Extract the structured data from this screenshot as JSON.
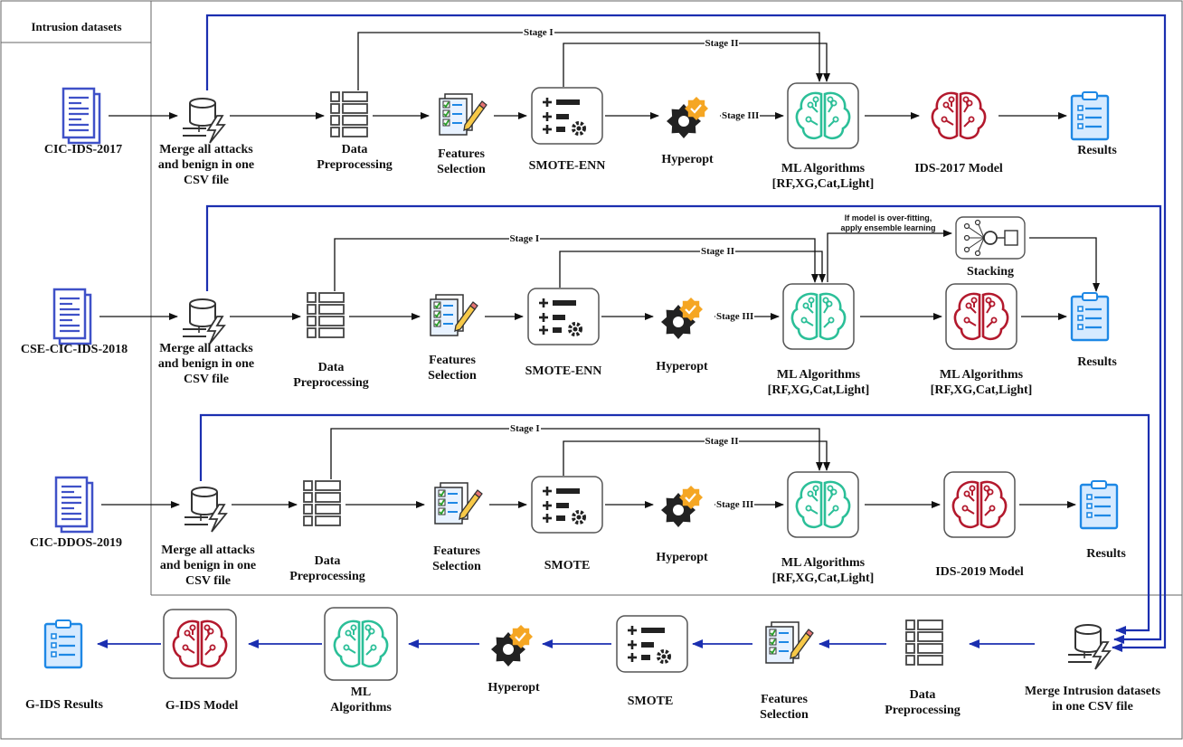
{
  "header": "Intrusion datasets",
  "datasets": [
    "CIC-IDS-2017",
    "CSE-CIC-IDS-2018",
    "CIC-DDOS-2019"
  ],
  "stages": {
    "one": "Stage I",
    "two": "Stage II",
    "three": "Stage III"
  },
  "row1": {
    "merge": [
      "Merge all attacks",
      "and benign in one",
      "CSV file"
    ],
    "preprocessing": [
      "Data",
      "Preprocessing"
    ],
    "features": [
      "Features",
      "Selection"
    ],
    "resampling": "SMOTE-ENN",
    "hyperopt": "Hyperopt",
    "ml": [
      "ML Algorithms",
      "[RF,XG,Cat,Light]"
    ],
    "model": "IDS-2017 Model",
    "results": "Results"
  },
  "row2": {
    "merge": [
      "Merge all attacks",
      "and benign in one",
      "CSV file"
    ],
    "preprocessing": [
      "Data",
      "Preprocessing"
    ],
    "features": [
      "Features",
      "Selection"
    ],
    "resampling": "SMOTE-ENN",
    "hyperopt": "Hyperopt",
    "ml": [
      "ML Algorithms",
      "[RF,XG,Cat,Light]"
    ],
    "model": [
      "ML Algorithms",
      "[RF,XG,Cat,Light]"
    ],
    "results": "Results",
    "note": [
      "If model is over-fitting,",
      "apply ensemble learning"
    ],
    "stacking": "Stacking"
  },
  "row3": {
    "merge": [
      "Merge all attacks",
      "and benign in one",
      "CSV file"
    ],
    "preprocessing": [
      "Data",
      "Preprocessing"
    ],
    "features": [
      "Features",
      "Selection"
    ],
    "resampling": "SMOTE",
    "hyperopt": "Hyperopt",
    "ml": [
      "ML Algorithms",
      "[RF,XG,Cat,Light]"
    ],
    "model": "IDS-2019 Model",
    "results": "Results"
  },
  "row4": {
    "merge": [
      "Merge Intrusion datasets",
      "in one CSV file"
    ],
    "preprocessing": [
      "Data",
      "Preprocessing"
    ],
    "features": [
      "Features",
      "Selection"
    ],
    "resampling": "SMOTE",
    "hyperopt": "Hyperopt",
    "ml": [
      "ML",
      "Algorithms"
    ],
    "model": "G-IDS Model",
    "results": "G-IDS Results"
  },
  "colors": {
    "blue_arrow": "#1b2fb0",
    "doc_blue": "#3f51c8",
    "clipboard_blue": "#1e88e5",
    "ml_teal": "#2bbf98",
    "model_red": "#b3192d",
    "gear_orange": "#f5a623",
    "gear_dark": "#222222"
  }
}
